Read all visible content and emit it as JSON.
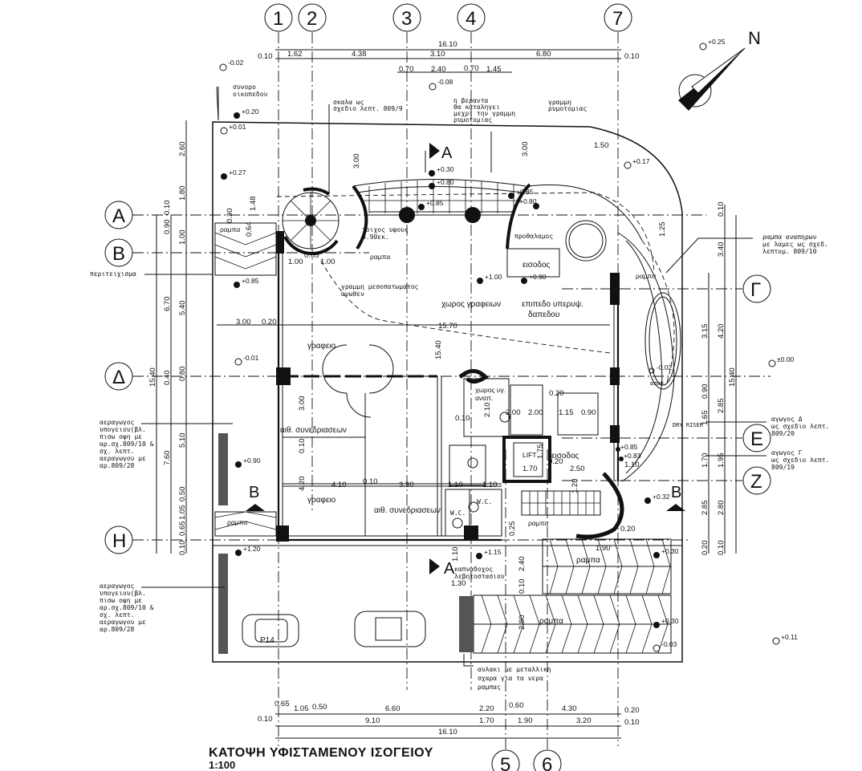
{
  "title": "ΚΑΤΟΨΗ ΥΦΙΣΤΑΜΕΝΟΥ ΙΣΟΓΕΙΟΥ",
  "scale": "1:100",
  "north_label": "N",
  "grid_columns": [
    "1",
    "2",
    "3",
    "4",
    "7",
    "5",
    "6"
  ],
  "grid_rows": [
    "A",
    "B",
    "Γ",
    "Δ",
    "E",
    "Z",
    "H"
  ],
  "dims_top": [
    "16.10",
    "0.10",
    "1.62",
    "4.38",
    "3.10",
    "6.80",
    "0.10",
    "0.70",
    "2.40",
    "0.70",
    "1.45"
  ],
  "dims_bottom": [
    "0.65",
    "1.05",
    "0.50",
    "6.60",
    "2.20",
    "0.60",
    "4.30",
    "0.20",
    "0.10",
    "9.10",
    "1.70",
    "1.90",
    "3.20",
    "0.10",
    "16.10"
  ],
  "dims_left": [
    "2.60",
    "1.80",
    "0.10",
    "0.90",
    "1.00",
    "6.70",
    "5.40",
    "15.40",
    "0.40",
    "0.80",
    "7.60",
    "5.10",
    "0.50",
    "1.05",
    "0.65",
    "0.10"
  ],
  "dims_right": [
    "1.25",
    "0.10",
    "3.40",
    "3.15",
    "4.20",
    "15.40",
    "0.90",
    "2.85",
    "1.65",
    "1.70",
    "1.95",
    "2.85",
    "2.80",
    "0.20",
    "0.10"
  ],
  "dims_interior": [
    "3.00",
    "0.20",
    "15.70",
    "15.40",
    "3.00",
    "0.10",
    "4.20",
    "4.10",
    "0.10",
    "3.30",
    "1.10",
    "1.10",
    "0.10",
    "2.10",
    "2.00",
    "2.00",
    "1.15",
    "0.90",
    "1.75",
    "1.70",
    "2.50",
    "0.20",
    "1.28",
    "1.00",
    "0.65",
    "1.00",
    "1.48",
    "0.64",
    "0.30",
    "1.50",
    "3.00",
    "3.00",
    "1.90",
    "1.30",
    "1.10",
    "2.40",
    "0.10",
    "2.80",
    "0.25",
    "0.20",
    "0.20",
    "1.10"
  ],
  "levels": [
    "-0.02",
    "-0.08",
    "+0.25",
    "+0.20",
    "+0.01",
    "+0.27",
    "+0.30",
    "+0.80",
    "+0.85",
    "+0.85",
    "+0.80",
    "+0.17",
    "+1.00",
    "+0.90",
    "+0.85",
    "-0.01",
    "+0.90",
    "+1.20",
    "+1.15",
    "+0.30",
    "+0.30",
    "-0.03",
    "+0.11",
    "±0.00",
    "+0.32",
    "+0.85",
    "+0.83",
    "-0.02"
  ],
  "rooms": [
    "γραφειο",
    "αιθ. συνεδριασεων",
    "γραφειο",
    "αιθ. συνεδριασεων",
    "χωρος γραφειων",
    "επιπεδο υπερυψ.",
    "δαπεδου",
    "χωρος υγ.",
    "αναπ.",
    "LIFT",
    "εισοδος",
    "W.C.",
    "W.C.",
    "προθαλαμος",
    "εισοδος",
    "ραμπα",
    "ραμπα",
    "ραμπα",
    "ραμπα",
    "ραμπα",
    "ραμπα",
    "ραμπα",
    "P14",
    "DRY RISER",
    "αποθ."
  ],
  "notes": {
    "boundary": [
      "συνορο",
      "οικοπεδου"
    ],
    "stair": [
      "σκαλα ως",
      "σχεδιο λεπτ. 809/9"
    ],
    "veranda": [
      "η βεραντα",
      "θα καταληγει",
      "μεχρι την γραμμη",
      "ρυμοτομιας"
    ],
    "street_line": [
      "γραμμη",
      "ρυμοτομιας"
    ],
    "wall": [
      "τοιχος υψους",
      "0.90εκ."
    ],
    "mezzanine": [
      "γραμμη μεσοπατωματος",
      "ανωθεν"
    ],
    "ramp_disabled": [
      "ραμπα αναπηρων",
      "με λαμες ως σχεδ.",
      "λεπτομ. 809/10"
    ],
    "perimeter": "περιτειχισμα",
    "vent1": [
      "αεραγωγος",
      "υπογειου(βλ.",
      "πισω οψη με",
      "αρ.σχ.809/10 &",
      "σχ. λεπτ.",
      "αεραγωγου με",
      "αρ.809/28"
    ],
    "vent2": [
      "αεραγωγος",
      "υπογειου(βλ.",
      "πισω οψη με",
      "αρ.σχ.809/10 &",
      "σχ. λεπτ.",
      "αεραγωγου με",
      "αρ.809/28"
    ],
    "duct_d": [
      "αγωγος Δ",
      "ως σχεδιο λεπτ.",
      "809/20"
    ],
    "duct_g": [
      "αγωγος Γ",
      "ως σχεδιο λεπτ.",
      "809/19"
    ],
    "chimney": [
      "καπναδοχος",
      "λεβητοστασιου"
    ],
    "gutter": [
      "αυλακι με μεταλλικη",
      "σχαρα για τα νερα",
      "ραμπας"
    ]
  },
  "section_marks": [
    "A",
    "A",
    "B",
    "B"
  ]
}
